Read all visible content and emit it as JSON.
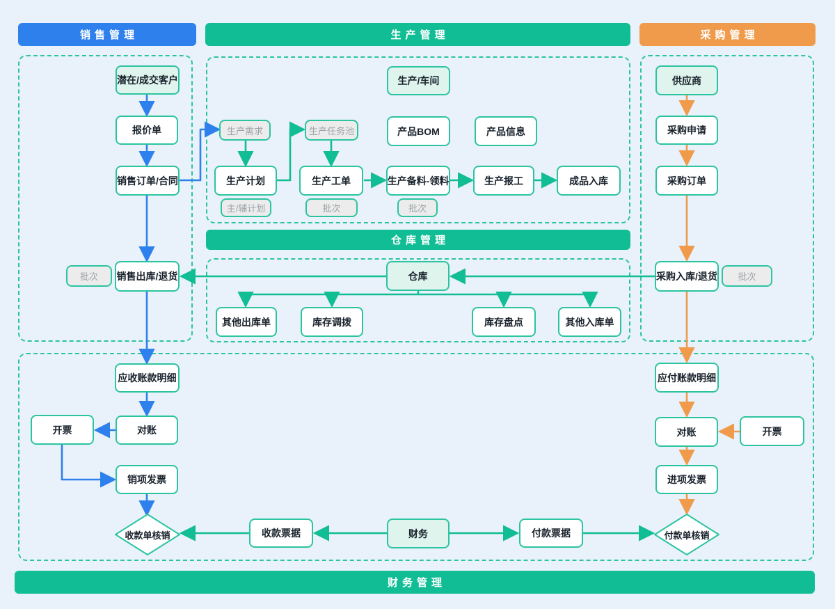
{
  "colors": {
    "background": "#e9f1fa",
    "sales_accent": "#2e80ec",
    "production_accent": "#11bd94",
    "purchase_accent": "#ef9b4b",
    "box_border": "#2cc4a0",
    "tint_fill": "#def4ed",
    "gray_fill": "#ececec",
    "gray_text": "#9da3a9"
  },
  "bands": {
    "sales": "销售管理",
    "production": "生产管理",
    "purchase": "采购管理",
    "warehouse": "仓库管理",
    "finance": "财务管理"
  },
  "nodes": {
    "customer": "潜在/成交客户",
    "quotation": "报价单",
    "sales_order": "销售订单/合同",
    "batch_left": "批次",
    "sales_outbound": "销售出库/退货",
    "ar_detail": "应收账款明细",
    "reconcile_left": "对账",
    "invoice_left": "开票",
    "sales_invoice": "销项发票",
    "receipt_writeoff": "收款单核销",
    "receipt_note": "收款票据",
    "finance": "财务",
    "payment_note": "付款票据",
    "payment_writeoff": "付款单核销",
    "workshop": "生产/车间",
    "prod_demand": "生产需求",
    "task_pool": "生产任务池",
    "product_bom": "产品BOM",
    "product_info": "产品信息",
    "prod_plan": "生产计划",
    "plan_sub": "主/辅计划",
    "work_order": "生产工单",
    "batch_wo": "批次",
    "material_prep": "生产备料-领料",
    "batch_mp": "批次",
    "prod_report": "生产报工",
    "finished_in": "成品入库",
    "supplier": "供应商",
    "purchase_request": "采购申请",
    "purchase_order": "采购订单",
    "purchase_inbound": "采购入库/退货",
    "batch_right": "批次",
    "ap_detail": "应付账款明细",
    "reconcile_right": "对账",
    "invoice_right": "开票",
    "input_invoice": "进项发票",
    "warehouse": "仓库",
    "other_outbound": "其他出库单",
    "stock_transfer": "库存调拨",
    "stock_check": "库存盘点",
    "other_inbound": "其他入库单"
  }
}
